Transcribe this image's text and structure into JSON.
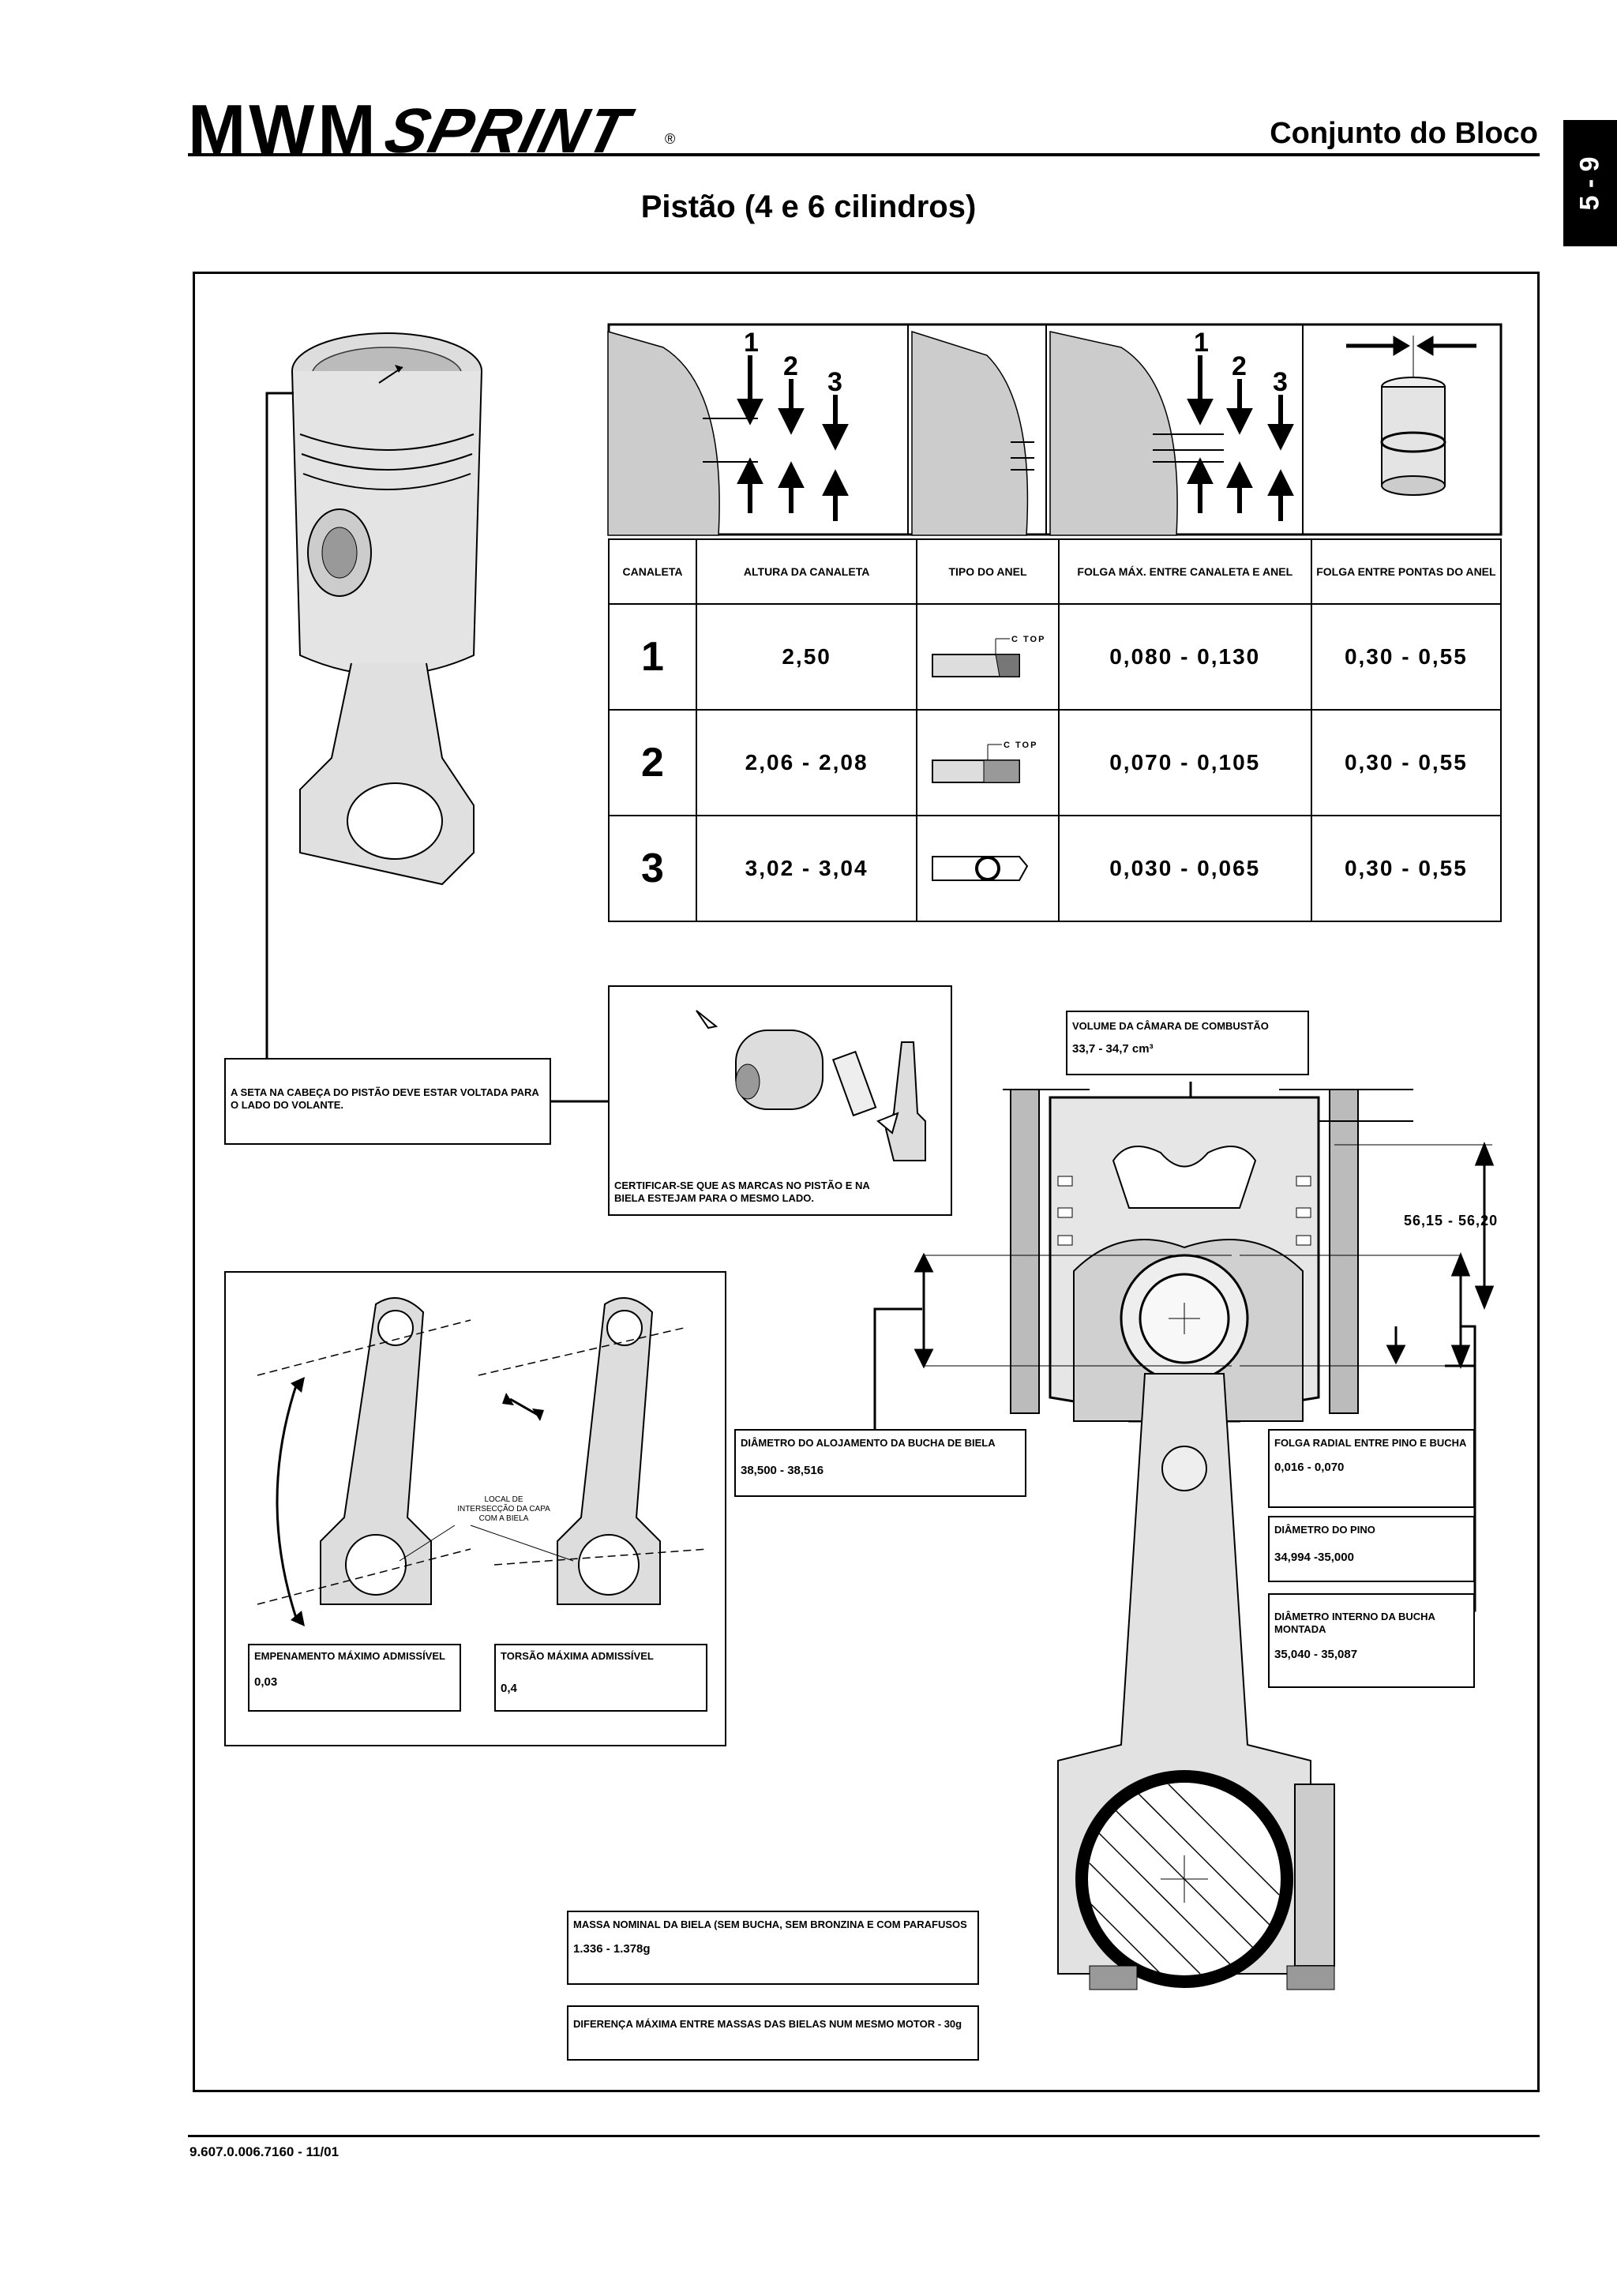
{
  "header": {
    "brand_left": "MWM",
    "brand_right": "SPRINT",
    "registered": "®",
    "section": "Conjunto do Bloco",
    "page_tab": "5 - 9"
  },
  "title": "Pistão (4 e 6 cilindros)",
  "ring_figure": {
    "callouts": [
      "1",
      "2",
      "3"
    ]
  },
  "table": {
    "headers": [
      "CANALETA",
      "ALTURA DA CANALETA",
      "TIPO DO ANEL",
      "FOLGA MÁX. ENTRE CANALETA E ANEL",
      "FOLGA ENTRE PONTAS DO ANEL"
    ],
    "ring_top_label": "C TOP",
    "rows": [
      {
        "canaleta": "1",
        "altura": "2,50",
        "folga_max": "0,080 - 0,130",
        "folga_pontas": "0,30 - 0,55"
      },
      {
        "canaleta": "2",
        "altura": "2,06 - 2,08",
        "folga_max": "0,070 - 0,105",
        "folga_pontas": "0,30 - 0,55"
      },
      {
        "canaleta": "3",
        "altura": "3,02 - 3,04",
        "folga_max": "0,030 - 0,065",
        "folga_pontas": "0,30 - 0,55"
      }
    ]
  },
  "notes": {
    "arrow_note": "A SETA NA CABEÇA DO PISTÃO DEVE ESTAR VOLTADA PARA O LADO DO VOLANTE.",
    "marks_note": "CERTIFICAR-SE QUE AS MARCAS NO PISTÃO E NA BIELA ESTEJAM PARA O MESMO LADO.",
    "intersection_note": "LOCAL DE INTERSECÇÃO DA CAPA COM A BIELA"
  },
  "specs": {
    "combustion_volume": {
      "label": "VOLUME DA CÂMARA DE COMBUSTÃO",
      "value": "33,7 - 34,7 cm³"
    },
    "height_dim": "56,15 - 56,20",
    "bushing_housing": {
      "label": "DIÂMETRO DO ALOJAMENTO DA BUCHA DE BIELA",
      "value": "38,500 - 38,516"
    },
    "radial_clearance": {
      "label": "FOLGA RADIAL ENTRE PINO E BUCHA",
      "value": "0,016 - 0,070"
    },
    "pin_diameter": {
      "label": "DIÂMETRO DO PINO",
      "value": "34,994 -35,000"
    },
    "bushing_inner": {
      "label": "DIÂMETRO INTERNO DA BUCHA MONTADA",
      "value": "35,040 - 35,087"
    },
    "warp": {
      "label": "EMPENAMENTO MÁXIMO ADMISSÍVEL",
      "value": "0,03"
    },
    "torsion": {
      "label": "TORSÃO MÁXIMA ADMISSÍVEL",
      "value": "0,4"
    },
    "rod_mass": {
      "label": "MASSA NOMINAL DA BIELA (SEM BUCHA, SEM BRONZINA E COM PARAFUSOS",
      "value": "1.336 - 1.378g"
    },
    "mass_diff": {
      "label": "DIFERENÇA MÁXIMA ENTRE MASSAS DAS BIELAS NUM MESMO MOTOR - 30g"
    }
  },
  "footer": {
    "code": "9.607.0.006.7160 - 11/01"
  }
}
